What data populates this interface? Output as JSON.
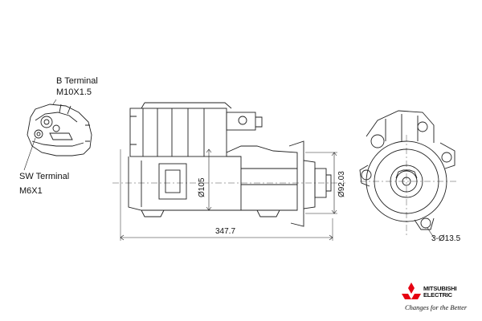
{
  "labels": {
    "b_terminal": "B Terminal",
    "b_terminal_thread": "M10X1.5",
    "sw_terminal": "SW Terminal",
    "sw_terminal_thread": "M6X1"
  },
  "dimensions": {
    "overall_length": "347.7",
    "body_diameter": "Ø105",
    "pilot_diameter": "Ø92.03",
    "mount_holes": "3-Ø13.5"
  },
  "brand": {
    "name_line1": "MITSUBISHI",
    "name_line2": "ELECTRIC",
    "tagline": "Changes for the Better",
    "logo_color": "#e60012"
  }
}
